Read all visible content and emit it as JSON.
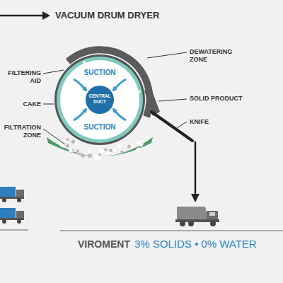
{
  "diagram": {
    "title": "VACUUM DRUM DRYER",
    "nodes": [
      {
        "text": [
          "SUCTION",
          "SUCTION"
        ]
      },
      {
        "text": [
          "CENTRAL DUCT"
        ],
        "in": 0
      }
    ],
    "edges": [],
    "labels": [
      "FILTERING AID",
      "CAKE",
      "FILTRATION ZONE",
      "DEWATERING ZONE",
      "SOLID PRODUCT",
      "KNIFE",
      "VIROMENT",
      "3% SOLIDS • 0% WATER"
    ]
  }
}
